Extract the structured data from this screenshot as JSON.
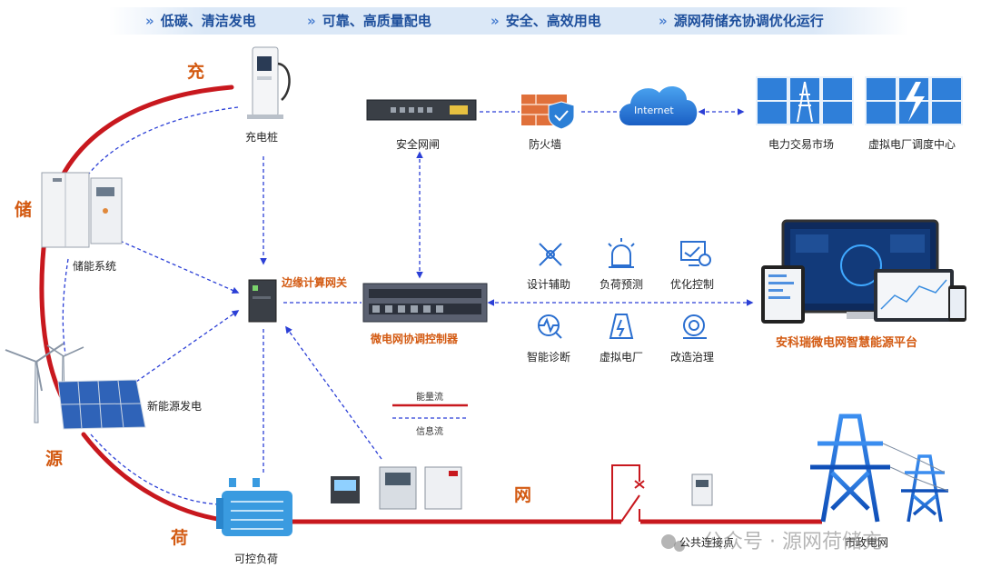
{
  "banner": [
    {
      "chevron": "»",
      "text": "低碳、清洁发电"
    },
    {
      "chevron": "»",
      "text": "可靠、高质量配电"
    },
    {
      "chevron": "»",
      "text": "安全、高效用电"
    },
    {
      "chevron": "»",
      "text": "源网荷储充协调优化运行"
    }
  ],
  "roles": {
    "charge": "充",
    "storage": "储",
    "source": "源",
    "load": "荷",
    "grid": "网"
  },
  "devices": {
    "charging_pile": "充电桩",
    "storage_system": "储能系统",
    "renewable": "新能源发电",
    "controllable_load": "可控负荷",
    "edge_gateway": "边缘计算网关",
    "microgrid_controller": "微电网协调控制器",
    "security_gate": "安全网闸",
    "firewall": "防火墙",
    "internet": "Internet",
    "power_market": "电力交易市场",
    "vpp_center": "虚拟电厂调度中心",
    "pcc": "公共连接点",
    "utility_grid": "市政电网"
  },
  "functions": [
    {
      "label": "设计辅助",
      "icon": "design-tools-icon"
    },
    {
      "label": "负荷预测",
      "icon": "alarm-light-icon"
    },
    {
      "label": "优化控制",
      "icon": "monitor-settings-icon"
    },
    {
      "label": "智能诊断",
      "icon": "diagnosis-icon"
    },
    {
      "label": "虚拟电厂",
      "icon": "virtual-plant-icon"
    },
    {
      "label": "改造治理",
      "icon": "gear-wrench-icon"
    }
  ],
  "platform": "安科瑞微电网智慧能源平台",
  "legend": {
    "energy": "能量流",
    "info": "信息流"
  },
  "watermark": "公众号 · 源网荷储充",
  "colors": {
    "energy_line": "#c8181e",
    "info_line": "#2b3fd6",
    "accent": "#d35a12",
    "banner_text": "#1e4f9c"
  }
}
